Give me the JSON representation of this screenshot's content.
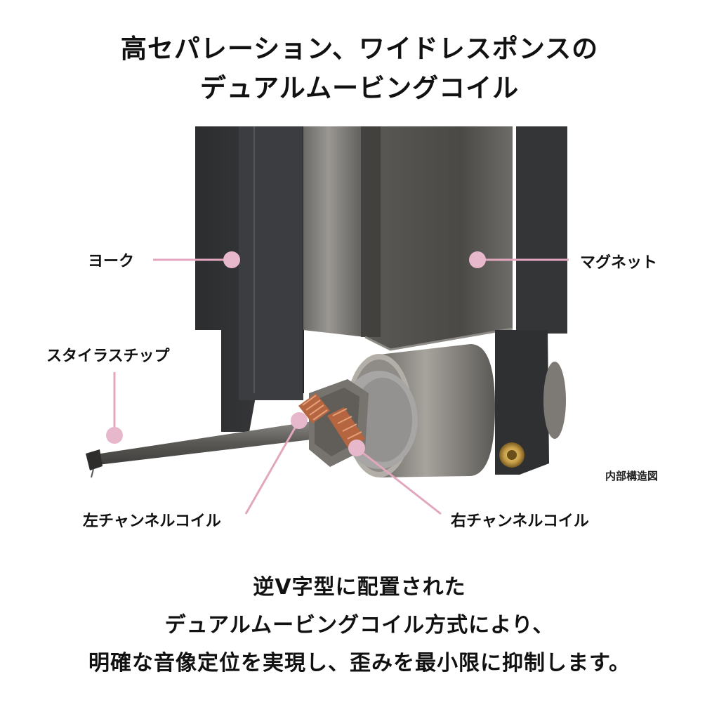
{
  "title": {
    "line1": "高セパレーション、ワイドレスポンスの",
    "line2": "デュアルムービングコイル"
  },
  "labels": {
    "yoke": "ヨーク",
    "magnet": "マグネット",
    "stylus_tip": "スタイラスチップ",
    "left_coil": "左チャンネルコイル",
    "right_coil": "右チャンネルコイル"
  },
  "caption": "内部構造図",
  "description": {
    "line1": "逆V字型に配置された",
    "line2": "デュアルムービングコイル方式により、",
    "line3": "明確な音像定位を実現し、歪みを最小限に抑制します。"
  },
  "colors": {
    "marker": "#e7b8cb",
    "leader": "#e2a7bf",
    "yoke": "#3a3b3d",
    "magnet": "#5b5a58",
    "copper": "#b5653f",
    "brass": "#c9a04a"
  }
}
